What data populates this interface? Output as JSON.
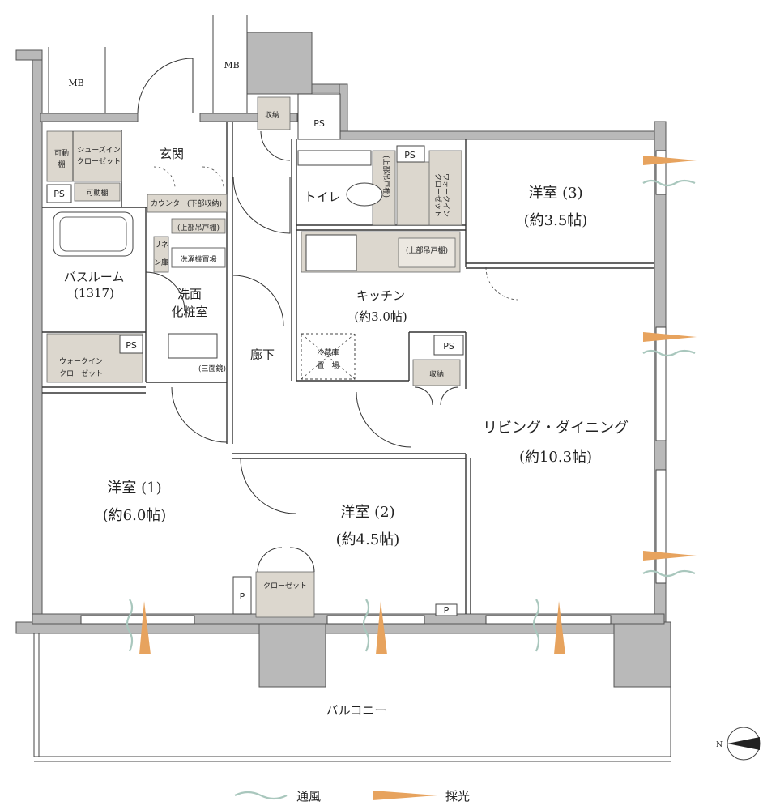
{
  "rooms": {
    "western1": {
      "name": "洋室 (1)",
      "size": "(約6.0帖)"
    },
    "western2": {
      "name": "洋室 (2)",
      "size": "(約4.5帖)"
    },
    "western3": {
      "name": "洋室 (3)",
      "size": "(約3.5帖)"
    },
    "living": {
      "name": "リビング・ダイニング",
      "size": "(約10.3帖)"
    },
    "kitchen": {
      "name": "キッチン",
      "size": "(約3.0帖)"
    },
    "bath": {
      "name": "バスルーム",
      "size": "(1317)"
    },
    "washroom": {
      "line1": "洗面",
      "line2": "化粧室"
    },
    "entrance": "玄関",
    "toilet": "トイレ",
    "hallway": "廊下",
    "balcony": "バルコニー"
  },
  "labels": {
    "mb_left": "MB",
    "mb_right": "MB",
    "ps": "PS",
    "p": "P",
    "storage": "収納",
    "shoes_closet_l1": "シューズイン",
    "shoes_closet_l2": "クローゼット",
    "movable_shelf": "可動棚",
    "movable_shelf_v1": "可動",
    "movable_shelf_v2": "棚",
    "counter": "カウンター(下部収納)",
    "upper_cabinet": "(上部吊戸棚)",
    "washer": "洗濯機置場",
    "linen1": "リネ",
    "linen2": "ン庫",
    "mirror": "(三面鏡)",
    "walkin_wc_l1": "ウォークイン",
    "walkin_wc_l2": "クローゼット",
    "walkin_v1": "ウォークイン",
    "walkin_v2": "クローゼット",
    "toilet_cabinet": "(上部吊戸棚)",
    "fridge_l1": "冷蔵庫",
    "fridge_l2": "置　場",
    "closet": "クローゼット"
  },
  "legend": {
    "ventilation": "通風",
    "lighting": "採光"
  },
  "compass": "N",
  "colors": {
    "wall": "#b9b9b9",
    "storage": "#dcd7ce",
    "ventilation": "#a9c7bd",
    "lighting": "#e7a35e"
  }
}
